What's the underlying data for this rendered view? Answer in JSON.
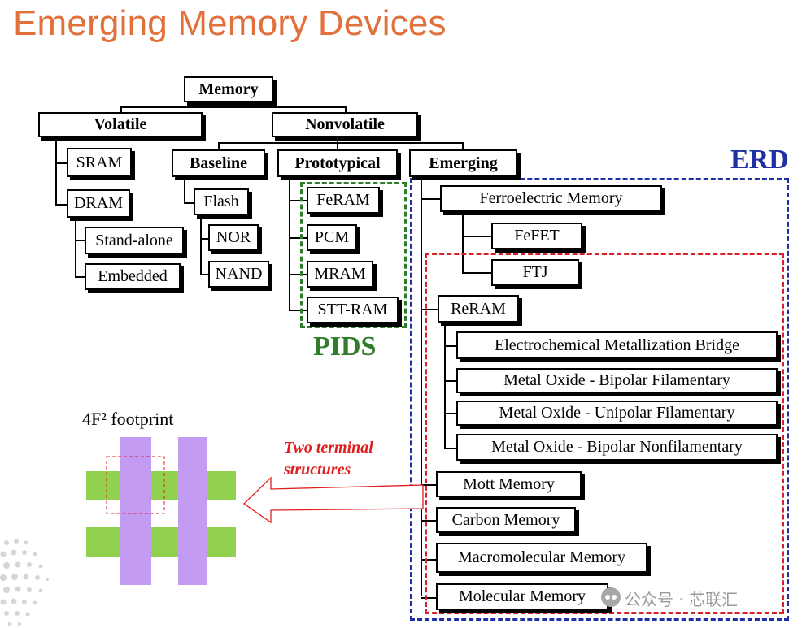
{
  "title": "Emerging Memory Devices",
  "tree": {
    "root": "Memory",
    "volatile": "Volatile",
    "nonvolatile": "Nonvolatile",
    "sram": "SRAM",
    "dram": "DRAM",
    "standalone": "Stand-alone",
    "embedded": "Embedded",
    "baseline": "Baseline",
    "flash": "Flash",
    "nor": "NOR",
    "nand": "NAND",
    "prototypical": "Prototypical",
    "feram": "FeRAM",
    "pcm": "PCM",
    "mram": "MRAM",
    "sttram": "STT-RAM",
    "emerging": "Emerging",
    "ferro": "Ferroelectric Memory",
    "fefet": "FeFET",
    "ftj": "FTJ",
    "reram": "ReRAM",
    "ecm": "Electrochemical Metallization Bridge",
    "mobf": "Metal Oxide - Bipolar Filamentary",
    "mouf": "Metal Oxide - Unipolar Filamentary",
    "mobnf": "Metal Oxide - Bipolar Nonfilamentary",
    "mott": "Mott Memory",
    "carbon": "Carbon Memory",
    "macro": "Macromolecular Memory",
    "molecular": "Molecular Memory"
  },
  "labels": {
    "erd": "ERD",
    "pids": "PIDS",
    "two_terminal_line1": "Two terminal",
    "two_terminal_line2": "structures",
    "footprint": "4F² footprint",
    "watermark": "公众号 · 芯联汇"
  },
  "colors": {
    "title": "#e2703a",
    "erd": "#1f2fa6",
    "pids": "#2f7d2a",
    "two_terminal": "#e02020",
    "word_line": "#92d050",
    "bit_line": "#c39bf2"
  }
}
